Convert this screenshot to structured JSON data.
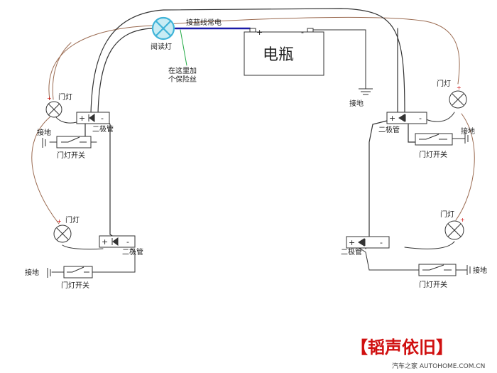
{
  "labels": {
    "reading_lamp": "阅读灯",
    "constant_power": "接蓝线常电",
    "battery": "电瓶",
    "fuse_line1": "在这里加",
    "fuse_line2": "个保险丝",
    "ground": "接地",
    "door_lamp": "门灯",
    "door_switch": "门灯开关",
    "diode": "二极管",
    "ground_right_bottom": "接地"
  },
  "brand": "【韬声依旧】",
  "watermark": "汽车之家 AUTOHOME.COM.CN",
  "symbols": {
    "plus": "+",
    "minus": "-"
  },
  "colors": {
    "wire_dark": "#333333",
    "wire_brown": "#9a6a50",
    "wire_blue": "#1a1aa8",
    "wire_green": "#22aa44",
    "lamp_fill": "#c8ecf4",
    "lamp_stroke": "#40b4d8",
    "brand_red": "#d01010"
  }
}
